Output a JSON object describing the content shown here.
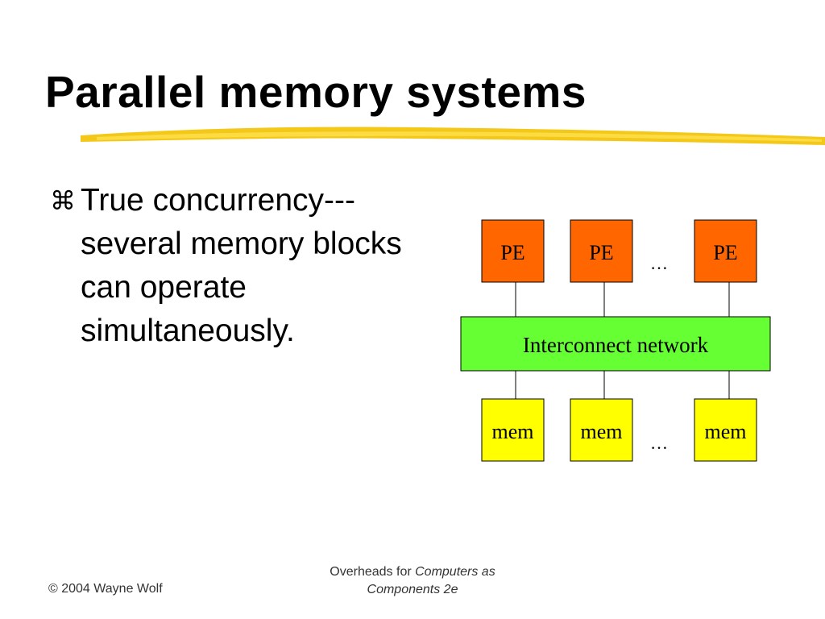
{
  "slide": {
    "title": "Parallel memory systems",
    "bullet_marker": "⌘",
    "bullet_text": "True concurrency---several memory blocks can operate simultaneously."
  },
  "diagram": {
    "pe_label": "PE",
    "mem_label": "mem",
    "ellipsis": "…",
    "network_label": "Interconnect network",
    "colors": {
      "pe_fill": "#ff6600",
      "mem_fill": "#ffff00",
      "network_fill": "#66ff33",
      "line": "#000000"
    }
  },
  "footer": {
    "copyright": "© 2004 Wayne Wolf",
    "overheads_prefix": "Overheads for ",
    "book_title_line1": "Computers as",
    "book_title_line2": "Components 2e"
  },
  "colors": {
    "underline": "#f2c200"
  }
}
